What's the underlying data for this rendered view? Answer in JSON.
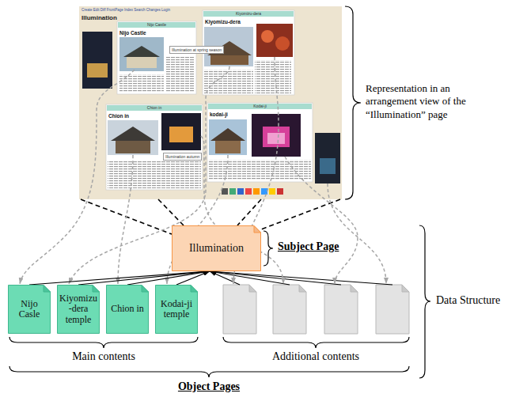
{
  "diagram": {
    "nodes": [
      {
        "text": [
          "Create Edit Diff FrontPage Index Search Changes Login",
          "Illumination"
        ]
      },
      {
        "text": [
          "Nijo Castle",
          "Nijo Castle"
        ],
        "in": 0
      },
      {
        "text": [
          "Illumination at spring season"
        ],
        "in": 0
      },
      {
        "text": [
          "Kiyomizu-dera",
          "Kiyomizu-dera"
        ],
        "in": 0
      },
      {
        "text": [
          "Chion in",
          "Chion in"
        ],
        "in": 0
      },
      {
        "text": [
          "Illumination autumn"
        ],
        "in": 0
      },
      {
        "text": [
          "Kodai-ji",
          "kodai-ji"
        ],
        "in": 0
      },
      {
        "text": [
          "Illumination"
        ]
      },
      {
        "text": [
          "Nijo Casle"
        ]
      },
      {
        "text": [
          "Kiyomizu -dera temple"
        ]
      },
      {
        "text": [
          "Chion in"
        ]
      },
      {
        "text": [
          "Kodai-ji temple"
        ]
      }
    ],
    "edges": [
      {
        "from": 8,
        "to": 7,
        "arrow": "to"
      },
      {
        "from": 9,
        "to": 7,
        "arrow": "to"
      },
      {
        "from": 10,
        "to": 7,
        "arrow": "to"
      },
      {
        "from": 11,
        "to": 7,
        "arrow": "to"
      }
    ],
    "labels": [
      "Representation in an arrangement view of the “Illumination” page",
      "Subject Page",
      "Main contents",
      "Additional contents",
      "Object Pages",
      "Data Structure"
    ]
  }
}
